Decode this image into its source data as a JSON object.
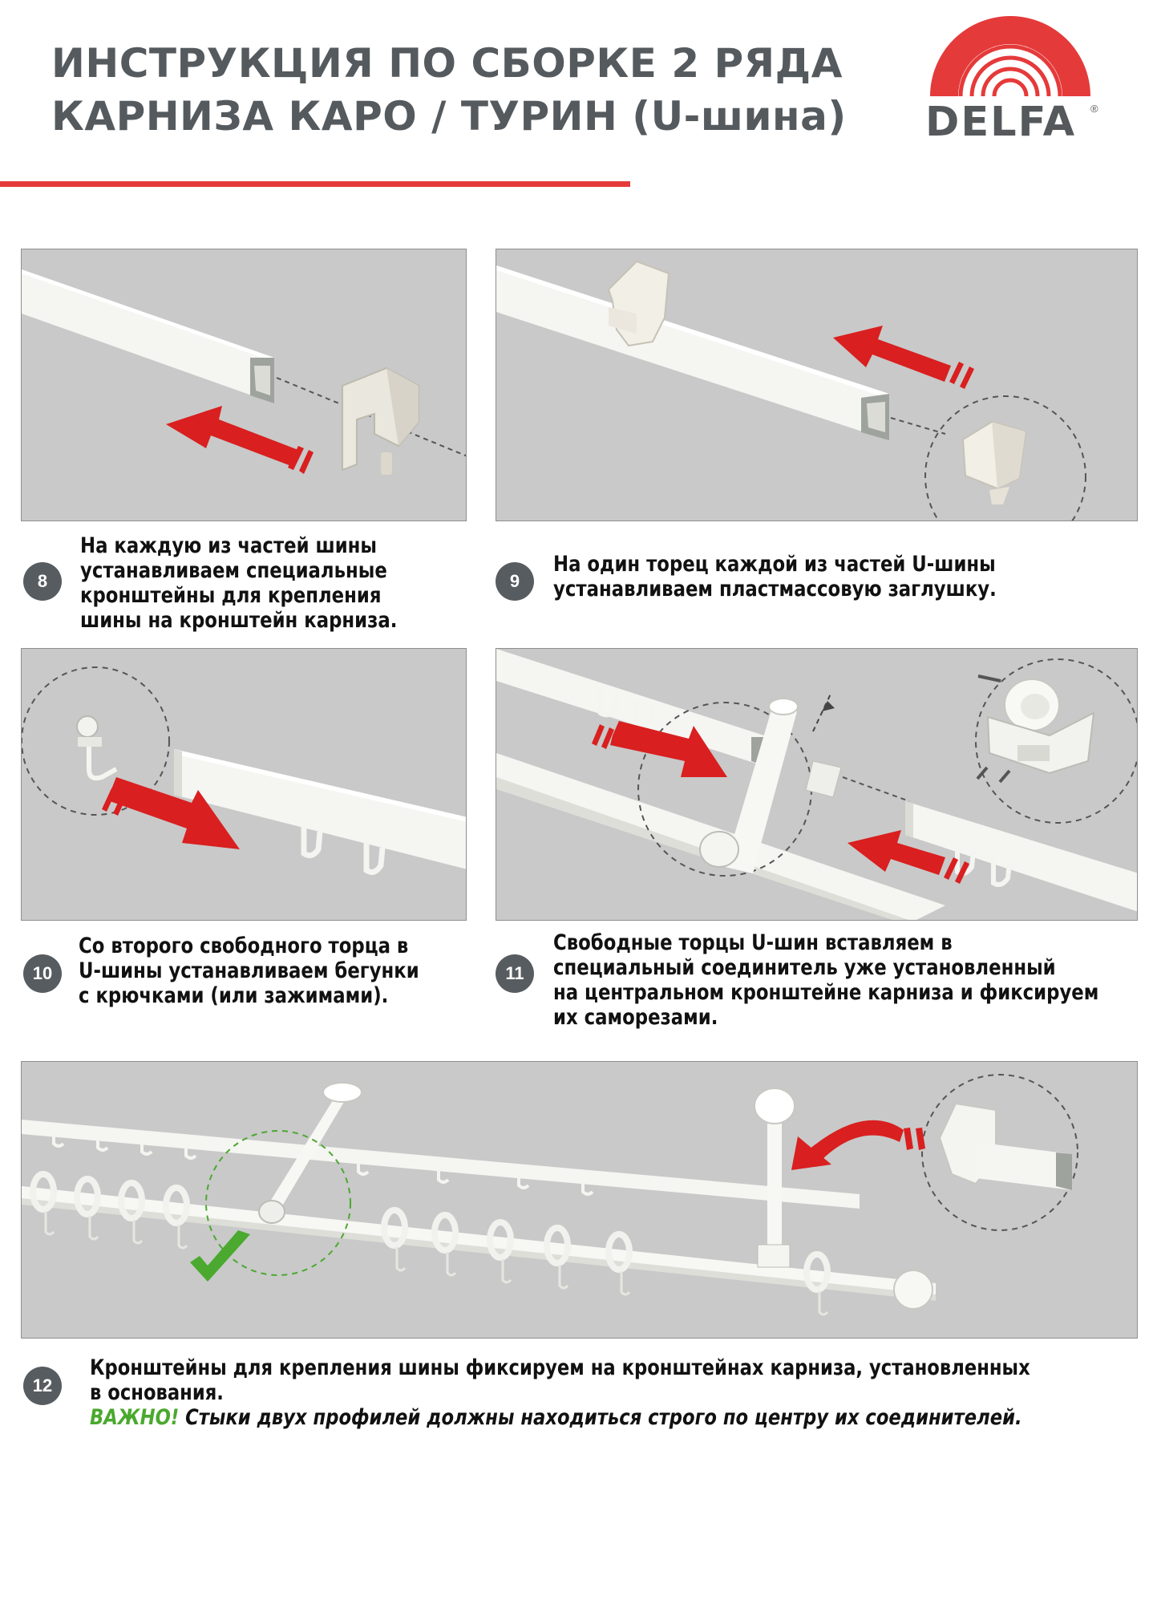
{
  "header": {
    "title_line1": "ИНСТРУКЦИЯ ПО СБОРКЕ 2 РЯДА",
    "title_line2": "КАРНИЗА КАРО / ТУРИН (U-шина)",
    "brand": "DELFA",
    "registered_mark": "®"
  },
  "colors": {
    "brand_red": "#e53a3a",
    "text_gray": "#555a5e",
    "panel_gray": "#c9c9c9",
    "accent_green": "#4aa92e"
  },
  "steps": [
    {
      "number": "8",
      "lines": [
        "На каждую из частей шины",
        "устанавливаем специальные",
        "кронштейны для крепления",
        "шины на кронштейн карниза."
      ]
    },
    {
      "number": "9",
      "lines": [
        "На один торец каждой из частей U-шины",
        "устанавливаем пластмассовую заглушку."
      ]
    },
    {
      "number": "10",
      "lines": [
        "Со второго свободного торца в",
        "U-шины устанавливаем бегунки",
        "с крючками (или зажимами)."
      ]
    },
    {
      "number": "11",
      "lines": [
        "Свободные торцы U-шин вставляем в",
        "специальный соединитель уже установленный",
        "на центральном кронштейне карниза и фиксируем",
        "их саморезами."
      ]
    },
    {
      "number": "12",
      "lines": [
        "Кронштейны для крепления шины фиксируем на кронштейнах карниза, установленных",
        "в основания."
      ]
    }
  ],
  "important": {
    "label": "ВАЖНО!",
    "text": " Стыки двух профилей должны находиться  строго по центру их соединителей."
  },
  "stamp_text": "DELFA"
}
